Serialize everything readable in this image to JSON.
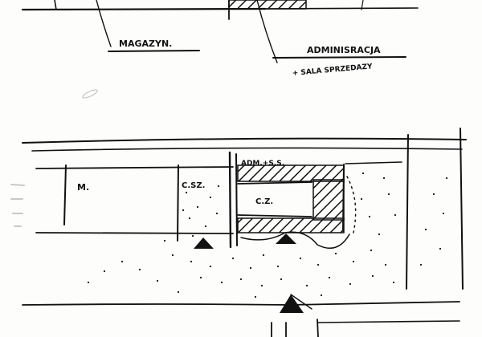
{
  "labels": {
    "magazyn": "MAGAZYN.",
    "administracja": "ADMINISRACJA",
    "sala_sprzedazy": "+ SALA SPRZEDAZY",
    "adm_ss": "ADM.+S.S.",
    "m": "M.",
    "c_sz": "C.SZ.",
    "c_z": "C.Z."
  },
  "colors": {
    "ink": "#111111",
    "paper": "#fdfdfc"
  }
}
